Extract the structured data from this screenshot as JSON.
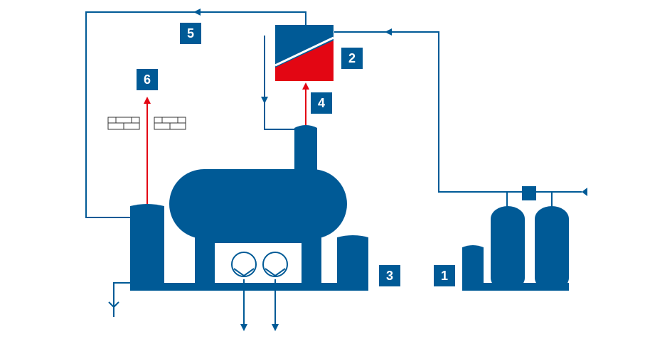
{
  "colors": {
    "blue": "#005a96",
    "red": "#e30613",
    "white": "#ffffff",
    "brick_outline": "#333333"
  },
  "labels": {
    "water_treatment": "1",
    "heat_exchanger": "2",
    "condensate_tank": "3",
    "steam_outlet": "4",
    "return_line": "5",
    "flue_gas": "6"
  },
  "icons": {
    "pump_left": "pump-icon",
    "pump_right": "pump-icon",
    "drain": "drain-icon",
    "wall_left": "brick-wall-icon",
    "wall_right": "brick-wall-icon"
  }
}
